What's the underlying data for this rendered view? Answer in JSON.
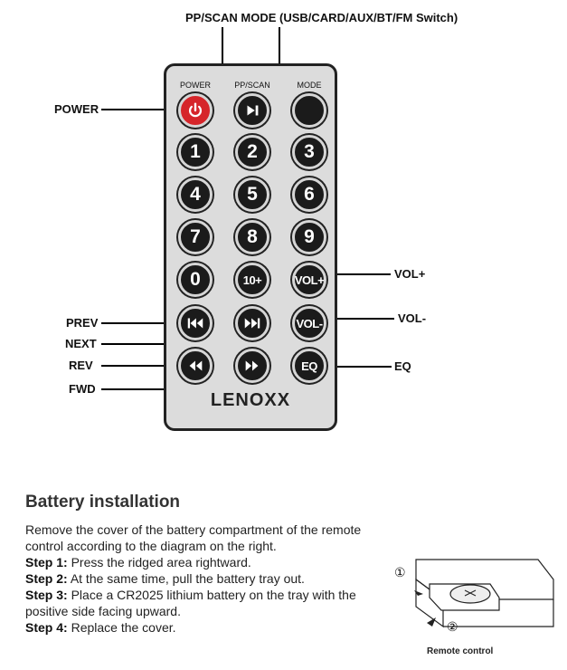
{
  "callouts": {
    "top": "PP/SCAN MODE (USB/CARD/AUX/BT/FM Switch)",
    "power": "POWER",
    "vol_plus": "VOL+",
    "vol_minus": "VOL-",
    "prev": "PREV",
    "next": "NEXT",
    "rev": "REV",
    "fwd": "FWD",
    "eq": "EQ"
  },
  "remote": {
    "top_labels": [
      "POWER",
      "PP/SCAN",
      "MODE"
    ],
    "buttons": [
      "1",
      "2",
      "3",
      "4",
      "5",
      "6",
      "7",
      "8",
      "9",
      "0",
      "10+",
      "VOL+",
      "VOL-",
      "EQ"
    ],
    "brand": "LENOXX"
  },
  "battery": {
    "title": "Battery installation",
    "intro": "Remove the cover of  the battery compartment of the remote control according to the diagram on the right.",
    "steps": [
      {
        "label": "Step 1:",
        "text": "Press the ridged area rightward."
      },
      {
        "label": "Step 2:",
        "text": "At the same time, pull the battery tray out."
      },
      {
        "label": "Step 3:",
        "text": "Place a CR2025 lithium battery on the tray with the positive side facing upward."
      },
      {
        "label": "Step 4:",
        "text": "Replace the cover."
      }
    ],
    "diagram_markers": [
      "①",
      "②"
    ],
    "diagram_caption": "Remote control"
  }
}
